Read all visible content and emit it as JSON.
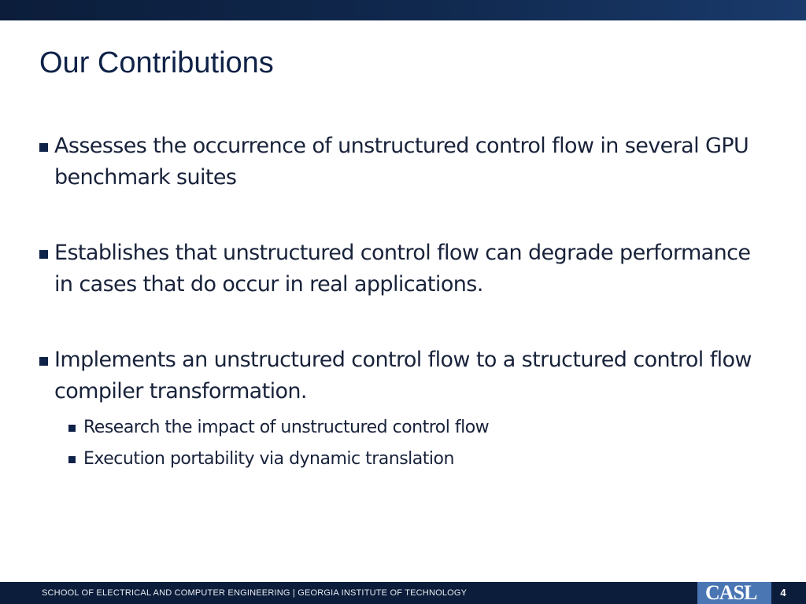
{
  "slide": {
    "title": "Our Contributions",
    "bullets": [
      {
        "text": "Assesses the occurrence of unstructured control flow in several GPU benchmark suites"
      },
      {
        "text": "Establishes that unstructured control flow can degrade performance in cases that do occur in real applications."
      },
      {
        "text": "Implements an unstructured control flow to a structured control flow compiler transformation.",
        "sub": [
          {
            "text": "Research the impact of unstructured control flow"
          },
          {
            "text": "Execution portability via dynamic translation"
          }
        ]
      }
    ]
  },
  "footer": {
    "text": "SCHOOL OF ELECTRICAL AND COMPUTER ENGINEERING | GEORGIA INSTITUTE OF TECHNOLOGY",
    "logo": "CASL",
    "page_number": "4"
  },
  "colors": {
    "header_bar": "#0b1d3a",
    "title": "#0f2247",
    "logo_box": "#4a76b4"
  }
}
